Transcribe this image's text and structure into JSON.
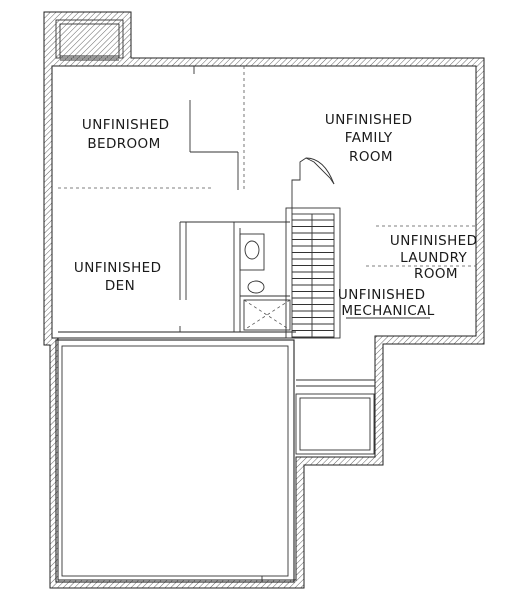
{
  "rooms": {
    "bedroom": [
      "UNFINISHED",
      "BEDROOM"
    ],
    "family": [
      "UNFINISHED",
      "FAMILY",
      "ROOM"
    ],
    "den": [
      "UNFINISHED",
      "DEN"
    ],
    "laundry": [
      "UNFINISHED",
      "LAUNDRY",
      "ROOM"
    ],
    "mechanical": [
      "UNFINISHED",
      "MECHANICAL"
    ]
  }
}
